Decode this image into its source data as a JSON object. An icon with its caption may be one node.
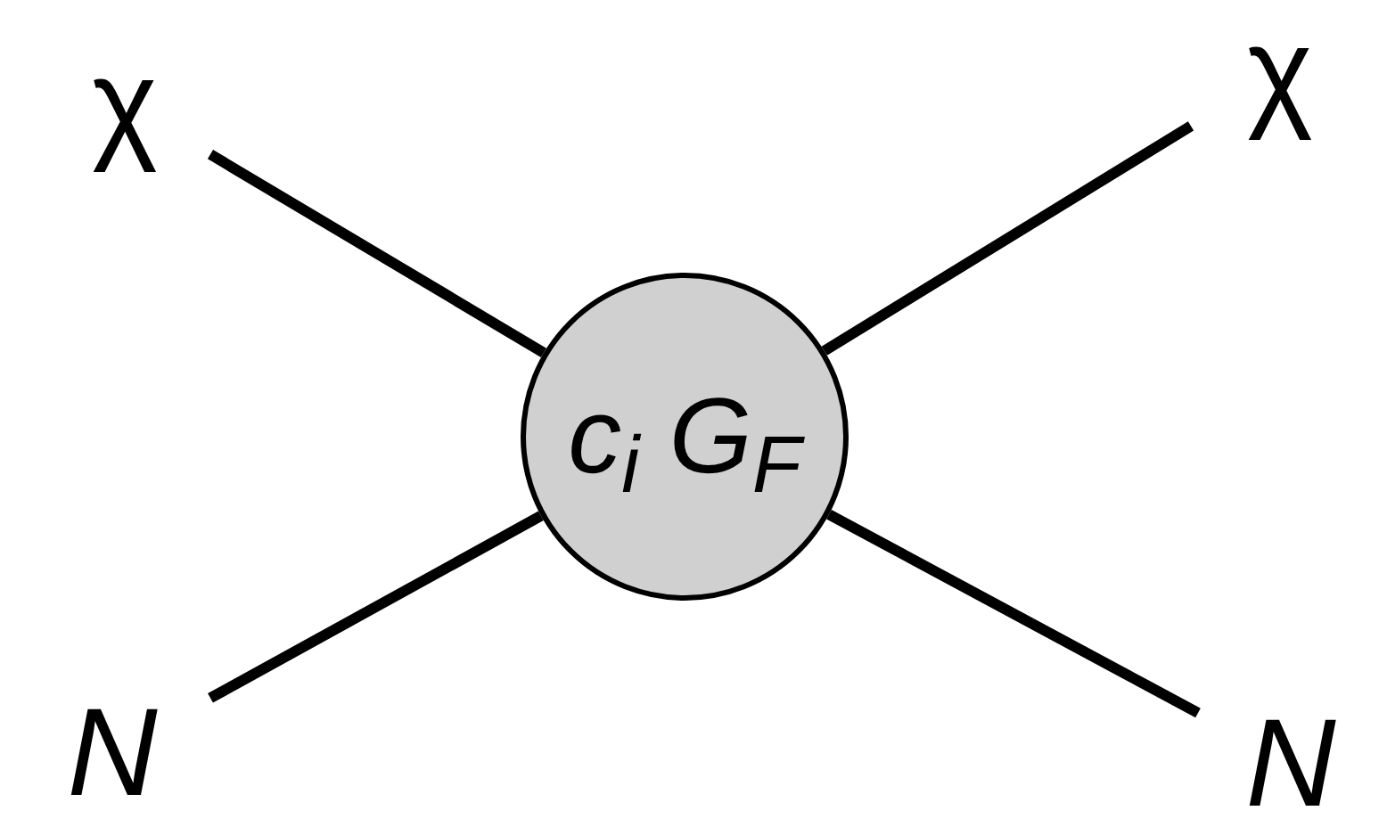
{
  "diagram": {
    "nodes": [
      {
        "text": [
          "χ"
        ]
      },
      {
        "text": [
          "χ"
        ]
      },
      {
        "text": [
          "c$_{i}$ G$_{F}$"
        ]
      },
      {
        "text": [
          "N"
        ]
      },
      {
        "text": [
          "N"
        ]
      }
    ],
    "edges": [
      {
        "from": 0,
        "to": 2,
        "arrow": "none"
      },
      {
        "from": 1,
        "to": 2,
        "arrow": "none"
      },
      {
        "from": 3,
        "to": 2,
        "arrow": "none"
      },
      {
        "from": 4,
        "to": 2,
        "arrow": "none"
      }
    ]
  }
}
